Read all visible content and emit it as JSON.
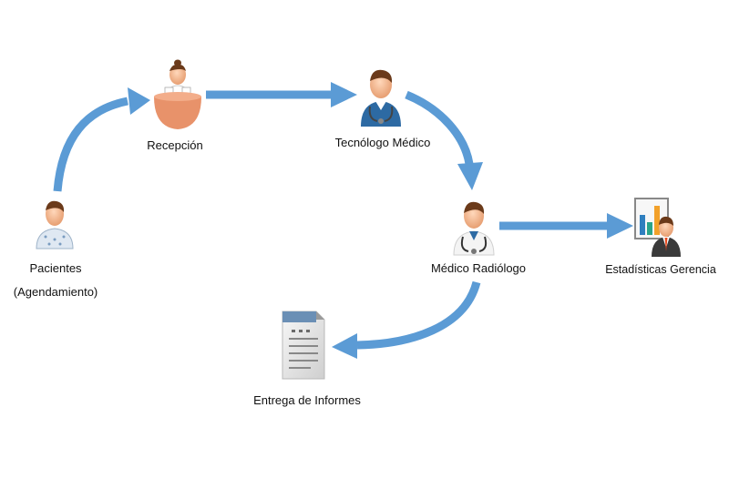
{
  "nodes": {
    "patients": {
      "label_line1": "Pacientes",
      "label_line2": "(Agendamiento)",
      "icon": "patient-icon"
    },
    "reception": {
      "label": "Recepción",
      "icon": "receptionist-icon"
    },
    "technologist": {
      "label": "Tecnólogo Médico",
      "icon": "technologist-icon"
    },
    "radiologist": {
      "label": "Médico Radiólogo",
      "icon": "doctor-icon"
    },
    "reports": {
      "label": "Entrega de Informes",
      "icon": "document-icon"
    },
    "management": {
      "label": "Estadísticas Gerencia",
      "icon": "manager-chart-icon"
    }
  },
  "colors": {
    "arrow": "#5b9bd5",
    "skin": "#f2b48c",
    "hair": "#6b3a1a",
    "desk": "#e8926a",
    "scrubs": "#2d6aa3",
    "coat": "#f4f4f4",
    "tie": "#e8481c",
    "bar_blue": "#2f7fbf",
    "bar_green": "#2aa58a",
    "bar_orange": "#f2a12a"
  }
}
